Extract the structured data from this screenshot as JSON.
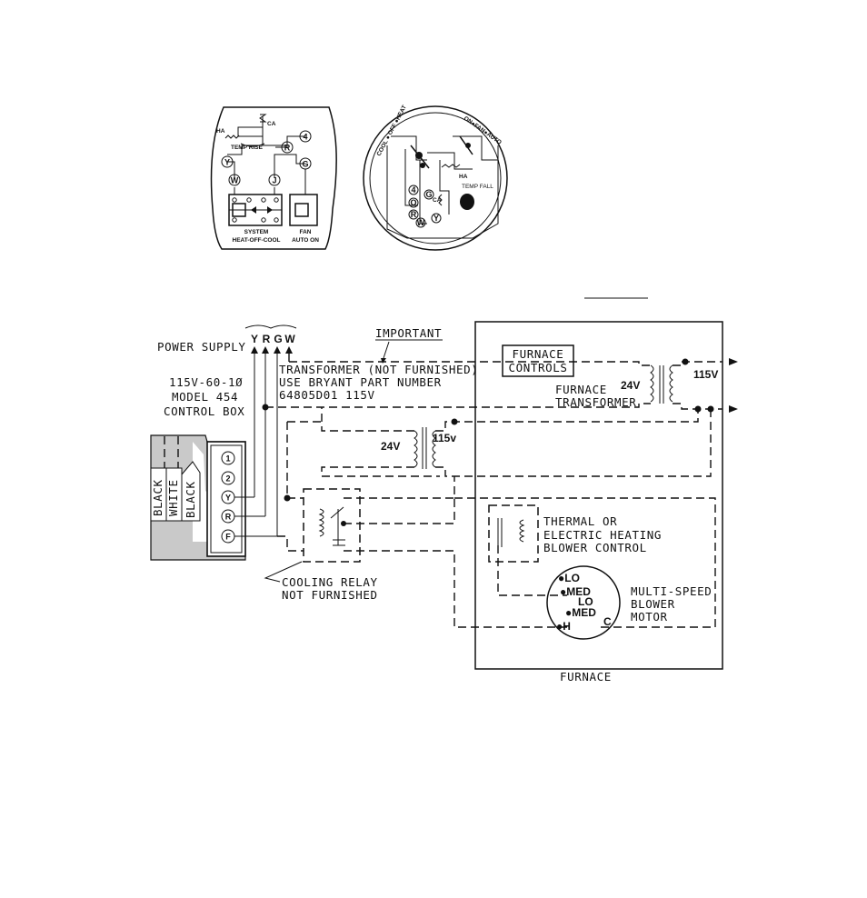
{
  "thermostat_plate": {
    "ha": "HA",
    "ca": "CA",
    "temp_rise": "TEMP RISE",
    "terminals": [
      "4",
      "R",
      "Y",
      "W",
      "J",
      "G"
    ],
    "system_label": "SYSTEM",
    "system_modes": "HEAT-OFF-COOL",
    "fan_label": "FAN",
    "fan_modes": "AUTO ON"
  },
  "thermostat_round": {
    "left_arc": "COOL ● OFF ●HEAT",
    "right_arc": "ON●FAN●AUTO",
    "ha": "HA",
    "ca": "CA",
    "temp_fall": "TEMP FALL",
    "terminals": [
      "4",
      "O",
      "R",
      "G",
      "Y",
      "W"
    ]
  },
  "power_supply": "POWER SUPPLY",
  "wire_letters": [
    "Y",
    "R",
    "G",
    "W"
  ],
  "important": "IMPORTANT",
  "transformer_note": [
    "TRANSFORMER (NOT FURNISHED)",
    "USE BRYANT PART NUMBER",
    "64805D01 115V"
  ],
  "control_box": [
    "115V-60-1Ø",
    "MODEL 454",
    "CONTROL BOX"
  ],
  "wire_colors": [
    "BLACK",
    "WHITE",
    "BLACK"
  ],
  "control_box_terminals": [
    "1",
    "2",
    "Y",
    "R",
    "F"
  ],
  "furnace_controls": [
    "FURNACE",
    "CONTROLS"
  ],
  "furnace_transformer": [
    "FURNACE",
    "TRANSFORMER"
  ],
  "voltage_24v": "24V",
  "voltage_115v": "115V",
  "voltage_115v_lower": "115v",
  "cooling_relay": [
    "COOLING RELAY",
    "NOT FURNISHED"
  ],
  "heating_control": [
    "THERMAL OR",
    "ELECTRIC HEATING",
    "BLOWER CONTROL"
  ],
  "motor_label": [
    "MULTI-SPEED",
    "BLOWER",
    "MOTOR"
  ],
  "motor_speeds": [
    "●LO",
    "●MED",
    "LO",
    "●MED",
    "●H",
    "C"
  ],
  "furnace_label": "FURNACE"
}
